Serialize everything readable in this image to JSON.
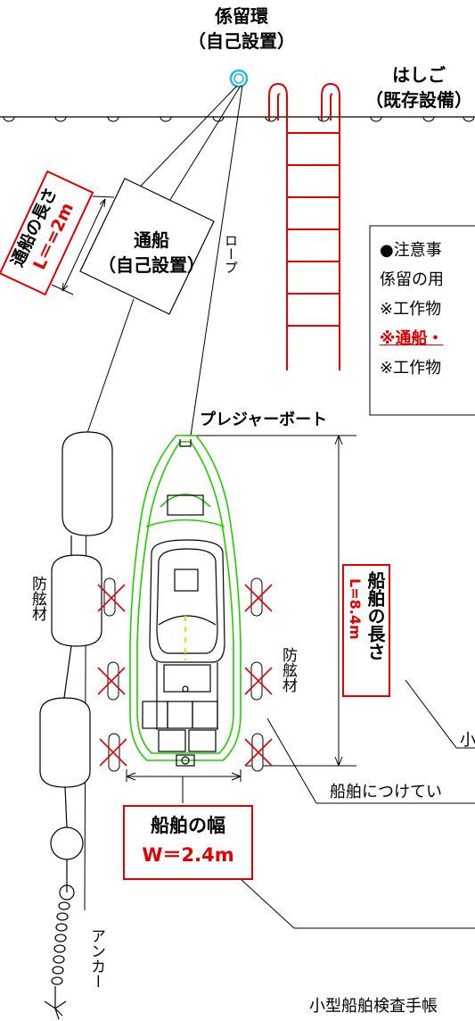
{
  "mooring_ring": {
    "line1": "係留環",
    "line2": "（自己設置）"
  },
  "ladder": {
    "line1": "はしご",
    "line2": "（既存設備）"
  },
  "tender_length": {
    "line1": "通船の長さ",
    "line2": "L＝=2m"
  },
  "tender": {
    "line1": "通船",
    "line2": "（自己設置）"
  },
  "rope": "ロープ",
  "notice": {
    "title": "●注意事",
    "line1": "係留の用",
    "line2": "※工作物",
    "line3": "※通船・",
    "line4": "※工作物"
  },
  "pleasure_boat": "プレジャーボート",
  "fender_left": "防舷材",
  "fender_right": "防舷材",
  "boat_length": {
    "line1": "船舶の長さ",
    "line2": "L=8.4m"
  },
  "boat_width": {
    "line1": "船舶の幅",
    "line2": "W＝2.4m"
  },
  "right_label_small": "小",
  "attached_note": "船舶につけてい",
  "anchor": "アンカー",
  "inspection_note": "小型船舶検査手帳",
  "colors": {
    "red": "#e00000",
    "green": "#22cc00",
    "cyan": "#22b8e0",
    "black": "#000000"
  }
}
